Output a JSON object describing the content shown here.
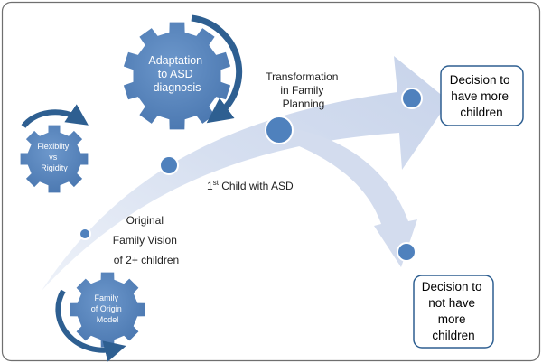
{
  "colors": {
    "arrow_fill": "#d3dcee",
    "gear_fill": "#4f81bd",
    "cycle_arrow": "#2e5f91",
    "dot_fill": "#4f81bd",
    "dot_stroke": "#ffffff",
    "box_stroke": "#2e5f91",
    "frame_stroke": "#6f6f6f"
  },
  "gears": {
    "adaptation": {
      "lines": [
        "Adaptation",
        "to ASD",
        "diagnosis"
      ],
      "icon": "gear-icon"
    },
    "flexibility": {
      "lines": [
        "Flexiblity",
        "vs",
        "Rigidity"
      ],
      "icon": "gear-icon"
    },
    "family_origin": {
      "lines": [
        "Family",
        "of Origin",
        "Model"
      ],
      "icon": "gear-icon"
    }
  },
  "labels": {
    "transformation": [
      "Transformation",
      "in Family",
      "Planning"
    ],
    "first_child": {
      "prefix": "1",
      "superscript": "st",
      "rest": " Child with ASD"
    },
    "original_vision": [
      "Original",
      "Family Vision",
      "of 2+ children"
    ]
  },
  "outcomes": {
    "more": [
      "Decision to",
      "have more",
      "children"
    ],
    "not_more": [
      "Decision to",
      "not have",
      "more",
      "children"
    ]
  }
}
